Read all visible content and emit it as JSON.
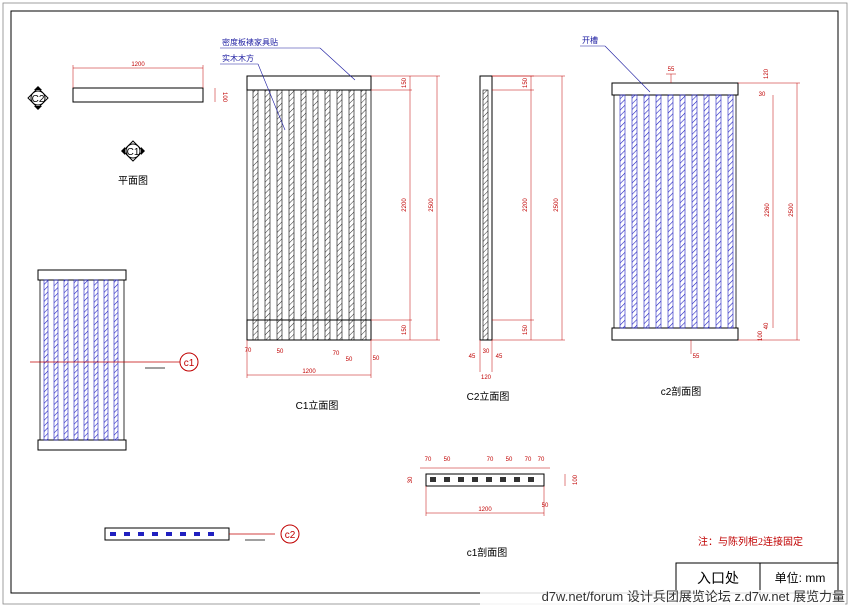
{
  "labels": {
    "plan_title": "平面图",
    "c1_elev_title": "C1立面图",
    "c2_elev_title": "C2立面图",
    "c2_sect_title": "c2剖面图",
    "c1_sect_title": "c1剖面图",
    "leader_veneer": "密度板裱家具贴",
    "leader_wood": "实木木方",
    "leader_slot": "开槽",
    "marker_c2": "C2",
    "marker_c1": "C1",
    "bubble_c1": "c1",
    "bubble_c2": "c2",
    "note": "注：与陈列柜2连接固定",
    "title_block_name": "入口处",
    "title_block_unit": "单位: mm",
    "watermark": "d7w.net/forum 设计兵团展览论坛  z.d7w.net 展览力量"
  },
  "dims": {
    "plan_w": "1200",
    "plan_h": "100",
    "c1_h1": "150",
    "c1_h2": "2200",
    "c1_h3": "150",
    "c1_total": "2500",
    "c1_b70a": "70",
    "c1_b50a": "50",
    "c1_b70b": "70",
    "c1_b50b": "50",
    "c1_b50c": "50",
    "c1_width": "1200",
    "c2_h1": "150",
    "c2_h2": "2200",
    "c2_h3": "150",
    "c2_total": "2500",
    "c2_b45a": "45",
    "c2_b30": "30",
    "c2_b45b": "45",
    "c2_b120": "120",
    "c2s_top55": "55",
    "c2s_r120": "120",
    "c2s_r30": "30",
    "c2s_h": "2260",
    "c2s_total": "2500",
    "c2s_r40": "40",
    "c2s_r100": "100",
    "c2s_b55": "55",
    "c1s_70a": "70",
    "c1s_50a": "50",
    "c1s_70b": "70",
    "c1s_50b": "50",
    "c1s_70c": "70",
    "c1s_70d": "70",
    "c1s_l30": "30",
    "c1s_r100": "100",
    "c1s_w": "1200",
    "c1s_b50": "50"
  },
  "colors": {
    "hatch": "#2020c0",
    "dim": "#c00000",
    "line": "#000000"
  }
}
